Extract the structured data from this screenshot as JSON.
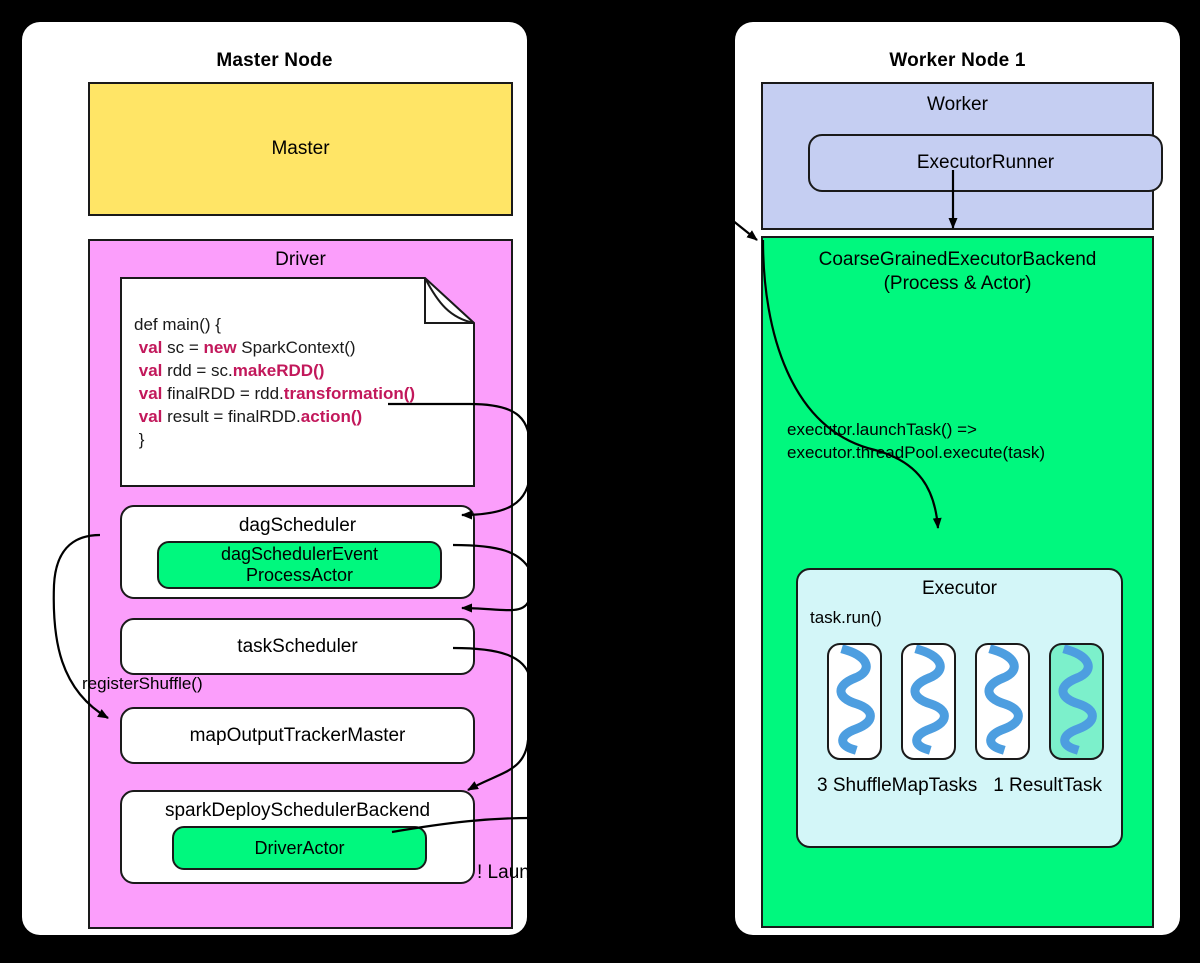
{
  "master_node": {
    "title": "Master Node",
    "master_box": {
      "label": "Master",
      "fill": "#ffe566"
    },
    "driver": {
      "title": "Driver",
      "fill": "#fb9efb",
      "code": {
        "line1_plain": "def main() {",
        "line2": {
          "kw": "val",
          "mid": " sc = ",
          "kw2": "new",
          "tail": " SparkContext()"
        },
        "line3": {
          "kw": "val",
          "mid": " rdd = sc.",
          "mth": "makeRDD()"
        },
        "line4": {
          "kw": "val",
          "mid": " finalRDD = rdd.",
          "mth": "transformation()"
        },
        "line5": {
          "kw": "val",
          "mid": " result = finalRDD.",
          "mth": "action()"
        },
        "line6_plain": "}"
      },
      "components": [
        {
          "name": "dagScheduler",
          "actor": "dagSchedulerEvent\nProcessActor"
        },
        {
          "name": "taskScheduler",
          "actor": null
        },
        {
          "name": "mapOutputTrackerMaster",
          "actor": null
        },
        {
          "name": "sparkDeploySchedulerBackend",
          "actor": "DriverActor"
        }
      ],
      "annotations": {
        "register_shuffle": "registerShuffle()",
        "launch": "! Launc"
      }
    }
  },
  "worker_node": {
    "title": "Worker Node 1",
    "worker": {
      "title": "Worker",
      "fill": "#c5cef2",
      "executor_runner": "ExecutorRunner"
    },
    "backend": {
      "title_line1": "CoarseGrainedExecutorBackend",
      "title_line2": "(Process & Actor)",
      "fill": "#00f87e",
      "launch_task_line1": "executor.launchTask() =>",
      "launch_task_line2": "executor.threadPool.execute(task)"
    },
    "executor": {
      "title": "Executor",
      "fill": "#d3f6f8",
      "task_run": "task.run()",
      "threads": [
        {
          "kind": "shuffle-map",
          "fill": "#ffffff"
        },
        {
          "kind": "shuffle-map",
          "fill": "#ffffff"
        },
        {
          "kind": "shuffle-map",
          "fill": "#ffffff"
        },
        {
          "kind": "result",
          "fill": "#7cf0cb"
        }
      ],
      "shufflemap_count_label": "3 ShuffleMapTasks",
      "resulttask_count_label": "1 ResultTask"
    }
  },
  "colors": {
    "background": "#000000",
    "panel": "#ffffff",
    "master_yellow": "#ffe566",
    "driver_pink": "#fb9efb",
    "actor_green": "#00f87e",
    "worker_blue": "#c5cef2",
    "executor_cyan": "#d3f6f8",
    "result_task_teal": "#7cf0cb",
    "thread_squiggle": "#4d9ee0",
    "keyword_red": "#c2185b",
    "stroke": "#1a1a1a"
  }
}
